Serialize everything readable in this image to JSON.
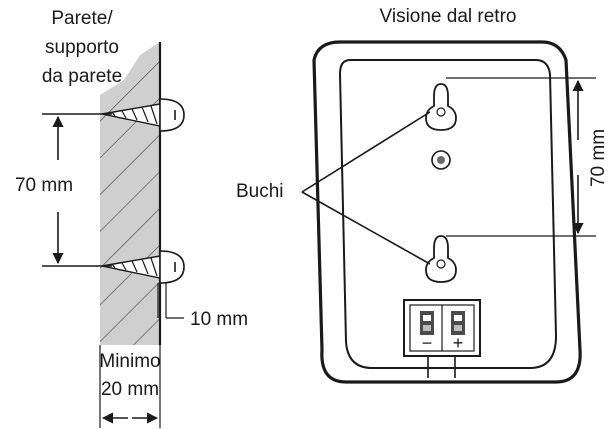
{
  "labels": {
    "wall": [
      "Parete/",
      "supporto",
      "da parete"
    ],
    "back_view": "Visione dal retro",
    "holes": "Buchi",
    "left_spacing": "70 mm",
    "right_spacing": "70 mm",
    "screw_protrusion": "10 mm",
    "minimum": [
      "Minimo",
      "20 mm"
    ]
  },
  "terminals": {
    "minus": "−",
    "plus": "+"
  },
  "colors": {
    "wall": "#cfcfcf",
    "line": "#1a1a1a",
    "background": "#ffffff"
  }
}
